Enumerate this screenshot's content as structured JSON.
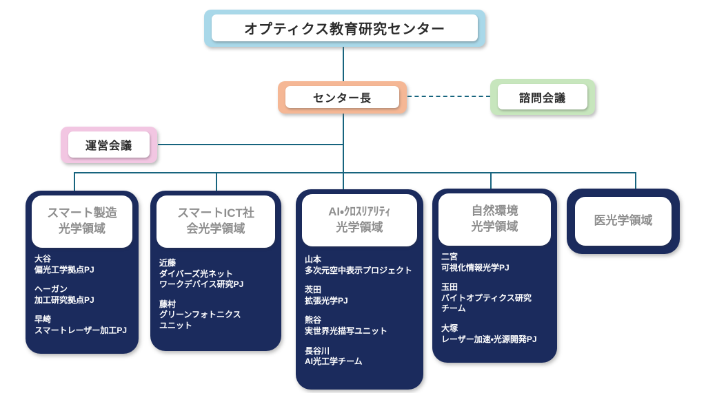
{
  "colors": {
    "navy": "#1b2b5d",
    "light_blue": "#a9d8e9",
    "peach": "#f5b795",
    "green": "#c7e6bd",
    "pink": "#f2c6e2",
    "connector_teal": "#17647e",
    "group_title_gray": "#8e8e8e"
  },
  "org": {
    "root": {
      "label": "オプティクス教育研究センター"
    },
    "director": {
      "label": "センター長"
    },
    "advisory": {
      "label": "諮問会議"
    },
    "management": {
      "label": "運営会議"
    },
    "groups": [
      {
        "title": "スマート製造\n光学領域",
        "members": [
          {
            "name": "大谷",
            "project": "偏光工学拠点PJ"
          },
          {
            "name": "ヘーガン",
            "project": "加工研究拠点PJ"
          },
          {
            "name": "早崎",
            "project": "スマートレーザー加工PJ"
          }
        ]
      },
      {
        "title": "スマートICT社\n会光学領域",
        "members": [
          {
            "name": "近藤",
            "project": "ダイバーズ光ネット\nワークデバイス研究PJ"
          },
          {
            "name": "藤村",
            "project": "グリーンフォトニクス\nユニット"
          }
        ]
      },
      {
        "title": "AI・ｸﾛｽﾘｱﾘﾃｨ\n光学領域",
        "members": [
          {
            "name": "山本",
            "project": "多次元空中表示プロジェクト"
          },
          {
            "name": "茨田",
            "project": "拡張光学PJ"
          },
          {
            "name": "熊谷",
            "project": "実世界光描写ユニット"
          },
          {
            "name": "長谷川",
            "project": "AI光工学チーム"
          }
        ]
      },
      {
        "title": "自然環境\n光学領域",
        "members": [
          {
            "name": "二宮",
            "project": "可視化情報光学PJ"
          },
          {
            "name": "玉田",
            "project": "バイトオプティクス研究\nチーム"
          },
          {
            "name": "大塚",
            "project": "レーザー加速・光源開発PJ"
          }
        ]
      },
      {
        "title": "医光学領域",
        "members": []
      }
    ]
  }
}
